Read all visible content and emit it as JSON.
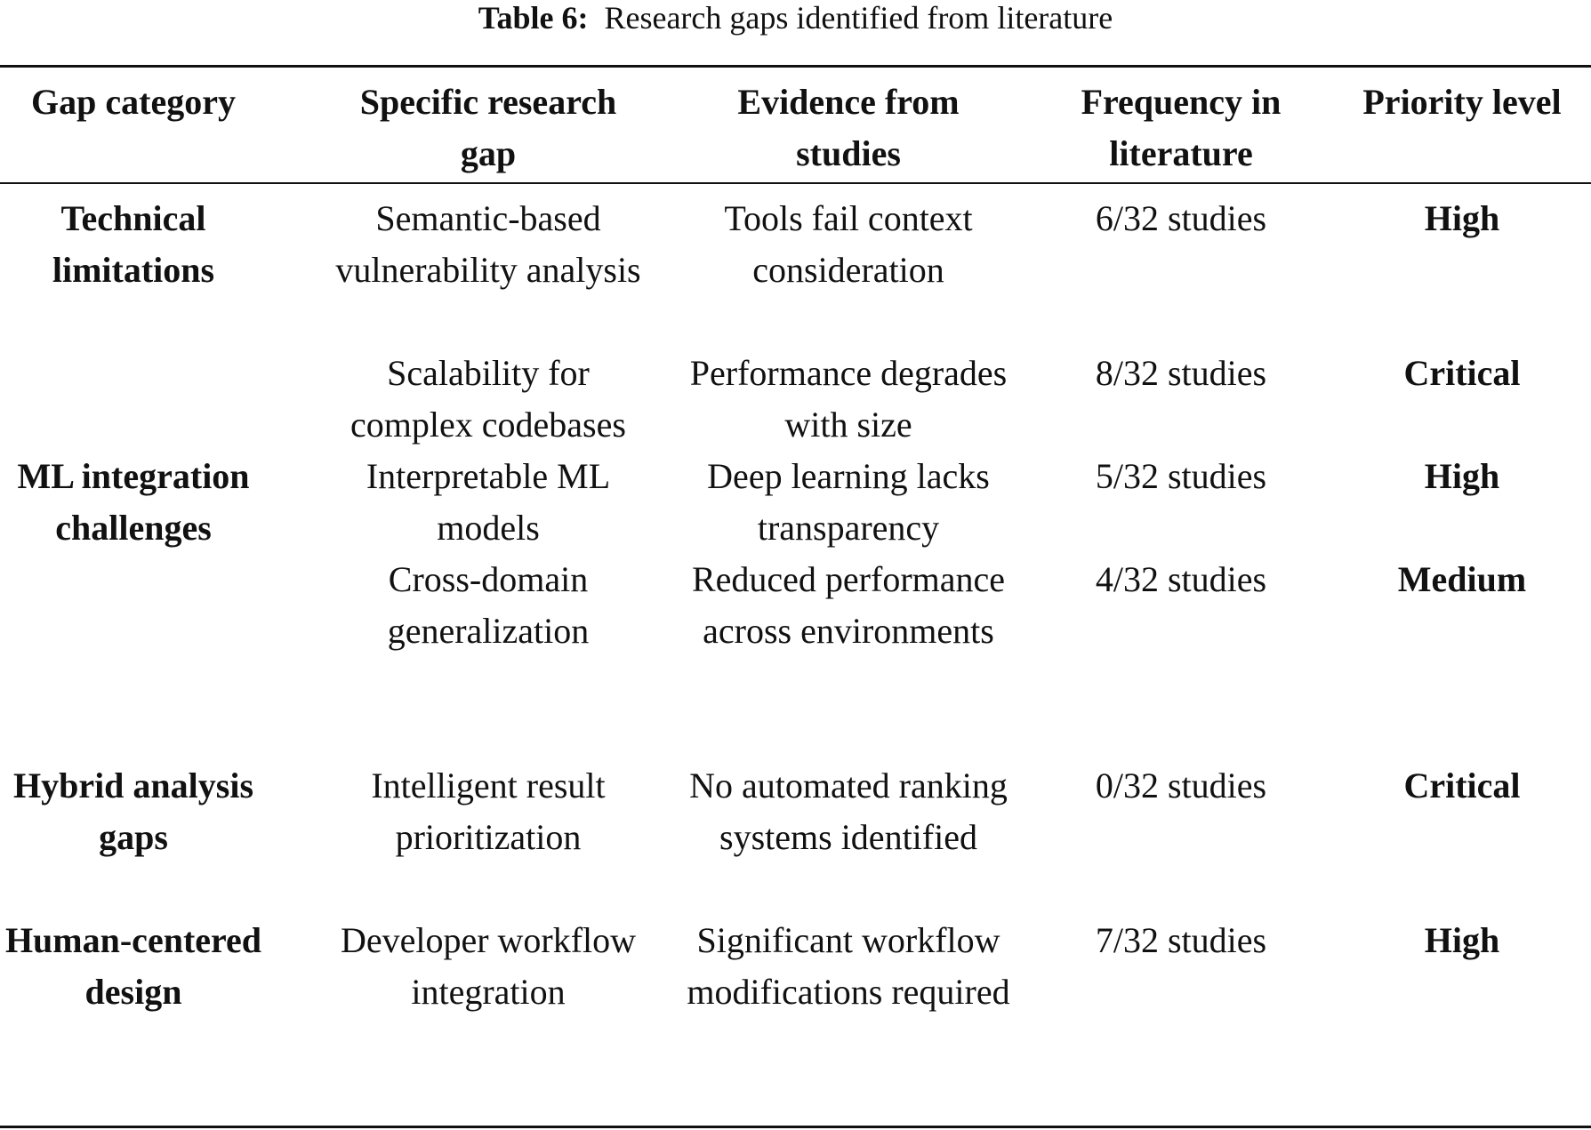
{
  "caption": {
    "label": "Table 6:",
    "text": "Research gaps identified from literature"
  },
  "table": {
    "headers": {
      "gap_category": "Gap category",
      "specific_gap": "Specific research gap",
      "evidence": "Evidence from studies",
      "frequency": "Frequency in literature",
      "priority": "Priority level"
    },
    "rows": [
      {
        "category": "Technical limitations",
        "gap": "Semantic-based vulnerability analysis",
        "evidence": "Tools fail context consideration",
        "frequency": "6/32 studies",
        "priority": "High"
      },
      {
        "category": "",
        "gap": "Scalability for complex codebases",
        "evidence": "Performance degrades with size",
        "frequency": "8/32 studies",
        "priority": "Critical"
      },
      {
        "category": "ML integration challenges",
        "gap": "Interpretable ML models",
        "evidence": "Deep learning lacks transparency",
        "frequency": "5/32 studies",
        "priority": "High"
      },
      {
        "category": "",
        "gap": "Cross-domain generalization",
        "evidence": "Reduced performance across environments",
        "frequency": "4/32 studies",
        "priority": "Medium"
      },
      {
        "category": "Hybrid analysis gaps",
        "gap": "Intelligent result prioritization",
        "evidence": "No automated ranking systems identified",
        "frequency": "0/32 studies",
        "priority": "Critical"
      },
      {
        "category": "Human-centered design",
        "gap": "Developer workflow integration",
        "evidence": "Significant workflow modifications required",
        "frequency": "7/32 studies",
        "priority": "High"
      }
    ]
  }
}
